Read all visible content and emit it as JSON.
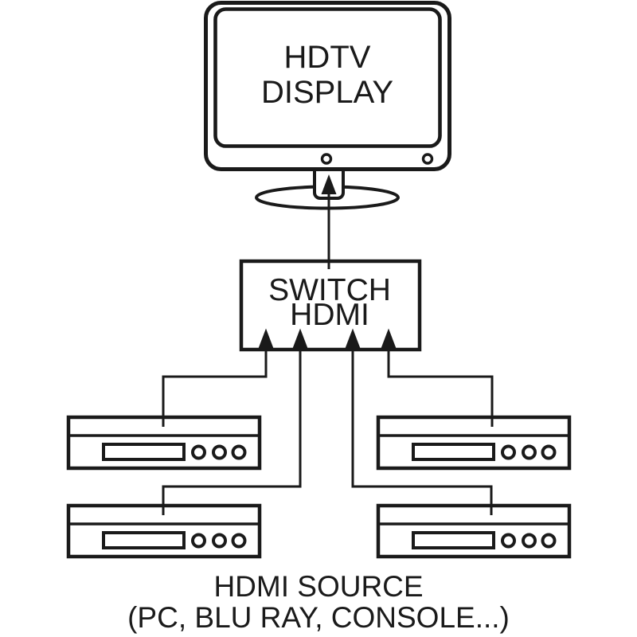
{
  "diagram": {
    "colors": {
      "ink": "#1a1a1a",
      "background": "#ffffff"
    },
    "display": {
      "line1": "HDTV",
      "line2": "DISPLAY"
    },
    "switch": {
      "line1": "SWITCH",
      "line2": "HDMI"
    },
    "caption": {
      "line1": "HDMI SOURCE",
      "line2": "(PC, BLU RAY, CONSOLE...)"
    },
    "sources_count": 4
  }
}
